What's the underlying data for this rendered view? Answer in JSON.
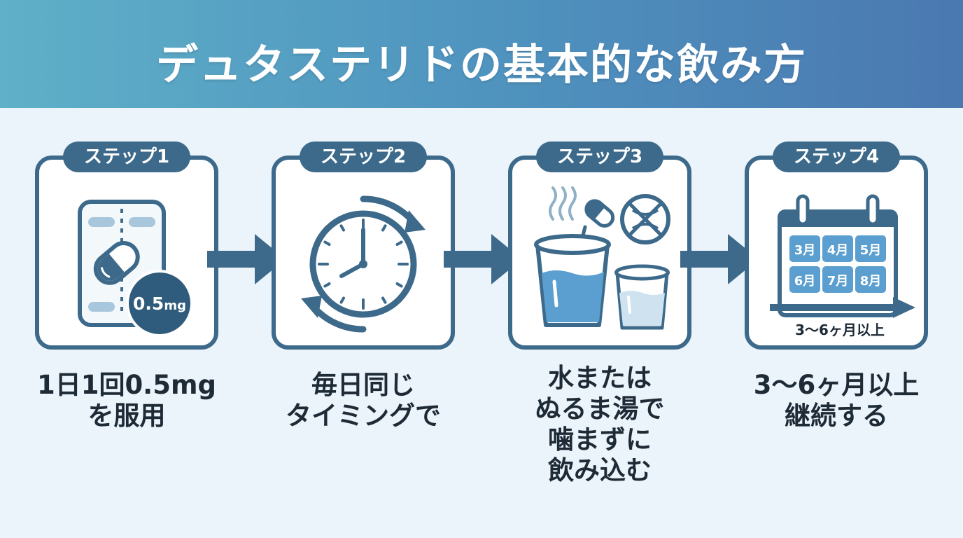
{
  "title": "デュタステリドの基本的な飲み方",
  "colors": {
    "header_start": "#5fb0c8",
    "header_end": "#4a78b0",
    "background": "#eaf4fa",
    "frame": "#3d6a8a",
    "water": "#5b9fd0"
  },
  "steps": [
    {
      "label": "ステップ1",
      "icon": "pill-blister-icon",
      "dose_badge": {
        "number": "0.5",
        "unit": "mg"
      },
      "caption": [
        "1日1回0.5mg",
        "を服用"
      ]
    },
    {
      "label": "ステップ2",
      "icon": "clock-cycle-icon",
      "caption": [
        "毎日同じ",
        "タイミングで"
      ]
    },
    {
      "label": "ステップ3",
      "icon": "water-glass-icon",
      "caption": [
        "水または",
        "ぬるま湯で",
        "噛まずに",
        "飲み込む"
      ]
    },
    {
      "label": "ステップ4",
      "icon": "calendar-icon",
      "months": [
        "3月",
        "4月",
        "5月",
        "6月",
        "7月",
        "8月"
      ],
      "duration_label": "3〜6ヶ月以上",
      "caption": [
        "3〜6ヶ月以上",
        "継続する"
      ]
    }
  ]
}
